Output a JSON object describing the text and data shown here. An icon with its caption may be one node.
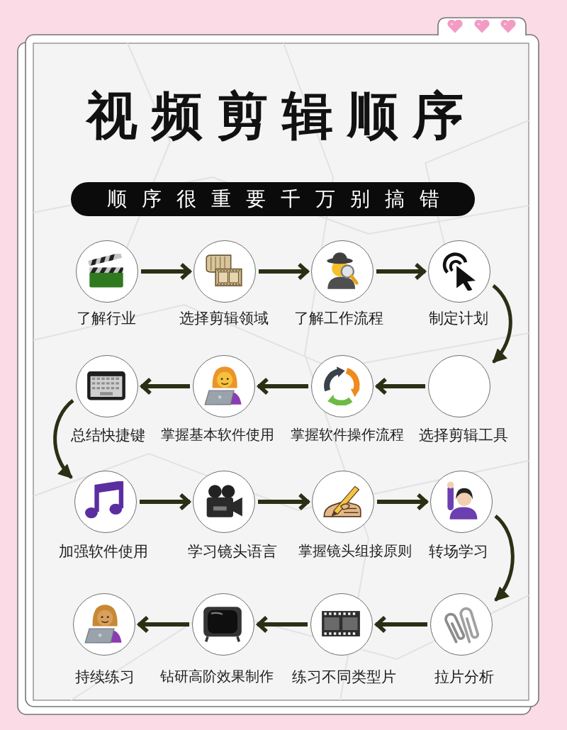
{
  "diagram": {
    "title": "视频剪辑顺序",
    "nodes": [
      {
        "text": [
          "顺序很重要千万别搞错"
        ]
      },
      {
        "text": [],
        "shape": "circle",
        "beside": [
          "了解行业"
        ]
      },
      {
        "text": [],
        "shape": "circle",
        "beside": [
          "选择剪辑领域"
        ]
      },
      {
        "text": [],
        "shape": "circle",
        "beside": [
          "了解工作流程"
        ]
      },
      {
        "text": [],
        "shape": "circle",
        "beside": [
          "制定计划"
        ]
      },
      {
        "text": [],
        "shape": "circle",
        "beside": [
          "选择剪辑工具"
        ]
      },
      {
        "text": [],
        "shape": "circle",
        "beside": [
          "掌握软件操作流程"
        ]
      },
      {
        "text": [],
        "shape": "circle",
        "beside": [
          "掌握基本软件使用"
        ]
      },
      {
        "text": [],
        "shape": "circle",
        "beside": [
          "总结快捷键"
        ]
      },
      {
        "text": [],
        "shape": "circle",
        "beside": [
          "加强软件使用"
        ]
      },
      {
        "text": [],
        "shape": "circle",
        "beside": [
          "学习镜头语言"
        ]
      },
      {
        "text": [],
        "shape": "circle",
        "beside": [
          "掌握镜头组接原则"
        ]
      },
      {
        "text": [],
        "shape": "circle",
        "beside": [
          "转场学习"
        ]
      },
      {
        "text": [],
        "shape": "circle",
        "beside": [
          "拉片分析"
        ]
      },
      {
        "text": [],
        "shape": "circle",
        "beside": [
          "练习不同类型片"
        ]
      },
      {
        "text": [],
        "shape": "circle",
        "beside": [
          "钻研高阶效果制作"
        ]
      },
      {
        "text": [],
        "shape": "circle",
        "beside": [
          "持续练习"
        ]
      }
    ],
    "edges": [
      {
        "from": 1,
        "to": 2,
        "arrow": "to"
      },
      {
        "from": 2,
        "to": 3,
        "arrow": "to"
      },
      {
        "from": 3,
        "to": 4,
        "arrow": "to"
      },
      {
        "from": 4,
        "to": 5,
        "arrow": "to"
      },
      {
        "from": 5,
        "to": 6,
        "arrow": "to"
      },
      {
        "from": 6,
        "to": 7,
        "arrow": "to"
      },
      {
        "from": 7,
        "to": 8,
        "arrow": "to"
      },
      {
        "from": 8,
        "to": 9,
        "arrow": "to"
      },
      {
        "from": 9,
        "to": 10,
        "arrow": "to"
      },
      {
        "from": 10,
        "to": 11,
        "arrow": "to"
      },
      {
        "from": 11,
        "to": 12,
        "arrow": "to"
      },
      {
        "from": 12,
        "to": 13,
        "arrow": "to"
      },
      {
        "from": 13,
        "to": 14,
        "arrow": "to"
      },
      {
        "from": 14,
        "to": 15,
        "arrow": "to"
      },
      {
        "from": 15,
        "to": 16,
        "arrow": "to"
      }
    ]
  }
}
